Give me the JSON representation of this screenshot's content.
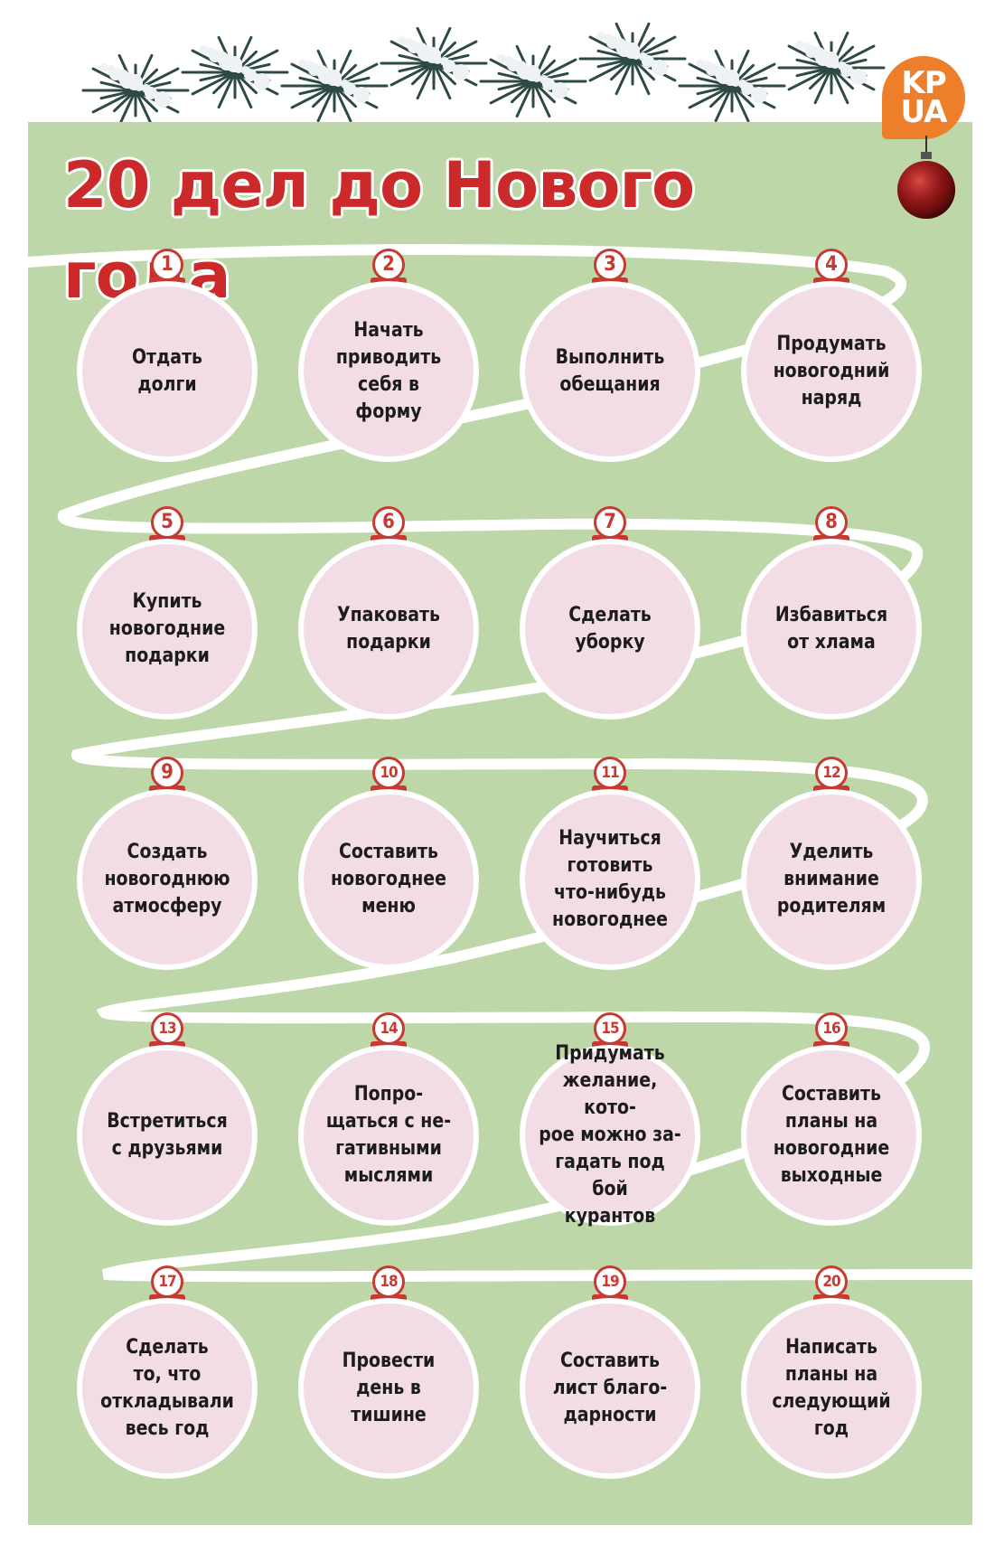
{
  "title": "20 дел до Нового года",
  "logo": {
    "line1": "KP",
    "line2": "UA"
  },
  "colors": {
    "title": "#cc2a2a",
    "panel": "#bdd7a8",
    "ball": "#f2dce6",
    "cap": "#c63a32",
    "logo": "#ee7f2a"
  },
  "icons": [
    "pine-branches-icon",
    "christmas-ornament-icon"
  ],
  "items": [
    {
      "number": "1",
      "text": "Отдать\nдолги"
    },
    {
      "number": "2",
      "text": "Начать\nприводить\nсебя в\nформу"
    },
    {
      "number": "3",
      "text": "Выполнить\nобещания"
    },
    {
      "number": "4",
      "text": "Продумать\nновогодний\nнаряд"
    },
    {
      "number": "5",
      "text": "Купить\nновогодние\nподарки"
    },
    {
      "number": "6",
      "text": "Упаковать\nподарки"
    },
    {
      "number": "7",
      "text": "Сделать\nуборку"
    },
    {
      "number": "8",
      "text": "Избавиться\nот хлама"
    },
    {
      "number": "9",
      "text": "Создать\nновогоднюю\nатмосферу"
    },
    {
      "number": "10",
      "text": "Составить\nновогоднее\nменю"
    },
    {
      "number": "11",
      "text": "Научиться\nготовить\nчто-нибудь\nновогоднее"
    },
    {
      "number": "12",
      "text": "Уделить\nвнимание\nродителям"
    },
    {
      "number": "13",
      "text": "Встретиться\nс друзьями"
    },
    {
      "number": "14",
      "text": "Попро-\nщаться с не-\nгативными\nмыслями"
    },
    {
      "number": "15",
      "text": "Придумать\nжелание, кото-\nрое можно за-\nгадать под бой\nкурантов"
    },
    {
      "number": "16",
      "text": "Составить\nпланы на\nновогодние\nвыходные"
    },
    {
      "number": "17",
      "text": "Сделать\nто, что\nоткладывали\nвесь год"
    },
    {
      "number": "18",
      "text": "Провести\nдень в\nтишине"
    },
    {
      "number": "19",
      "text": "Составить\nлист благо-\nдарности"
    },
    {
      "number": "20",
      "text": "Написать\nпланы на\nследующий\nгод"
    }
  ]
}
